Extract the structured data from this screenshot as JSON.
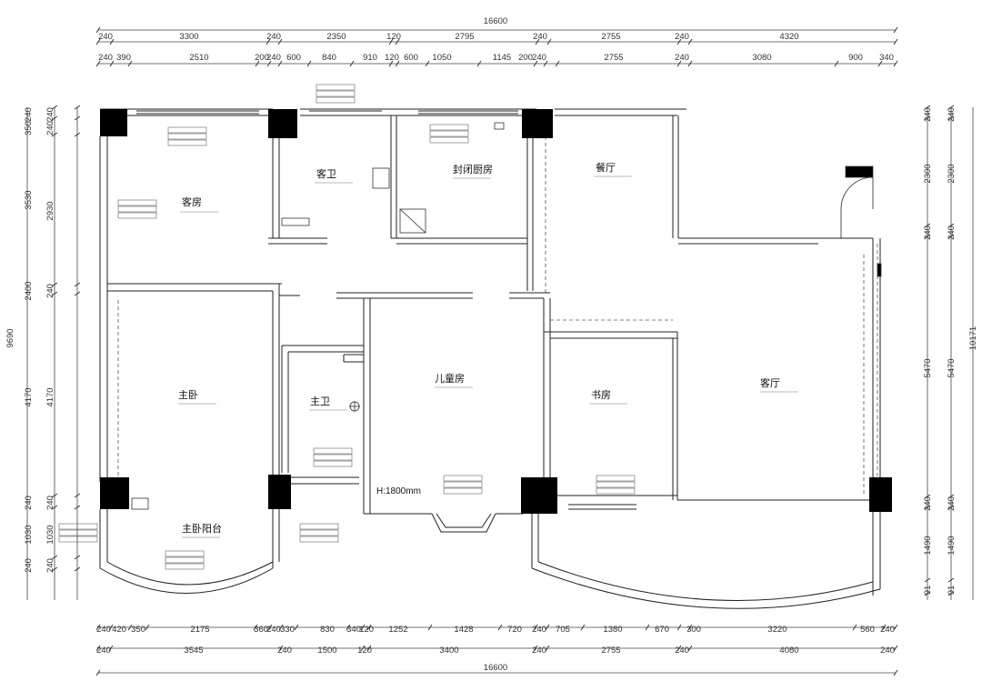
{
  "dims": {
    "top_total": "16600",
    "top_row1": [
      "240",
      "3300",
      "240",
      "2350",
      "120",
      "2795",
      "240",
      "2755",
      "240",
      "4320"
    ],
    "top_row2": [
      "240",
      "390",
      "2510",
      "200",
      "240",
      "600",
      "840",
      "910",
      "120",
      "600",
      "1050",
      "1145",
      "200",
      "240",
      "2755",
      "240",
      "3080",
      "900",
      "340"
    ],
    "bottom_row1": [
      "240",
      "420",
      "350",
      "2175",
      "360",
      "240",
      "330",
      "830",
      "340",
      "120",
      "1252",
      "1428",
      "720",
      "240",
      "705",
      "1380",
      "670",
      "300",
      "3220",
      "560",
      "240"
    ],
    "bottom_row2": [
      "240",
      "3545",
      "240",
      "1500",
      "120",
      "3400",
      "240",
      "2755",
      "240",
      "4080",
      "240"
    ],
    "bottom_total": "16600",
    "left_total": "9690",
    "left_col1": [
      "240",
      "350",
      "3530",
      "2400",
      "4170",
      "240",
      "1030",
      "240"
    ],
    "left_col2": [
      "240",
      "240",
      "2930",
      "240",
      "4170",
      "240",
      "1030",
      "240"
    ],
    "right_total": "10171",
    "right_col1": [
      "240",
      "2300",
      "240",
      "5470",
      "240",
      "1490",
      "91"
    ],
    "right_col2": [
      "240",
      "2300",
      "240",
      "5470",
      "240",
      "1490",
      "91"
    ]
  },
  "rooms": {
    "guest_room": "客房",
    "guest_bath": "客卫",
    "kitchen": "封闭厨房",
    "dining": "餐厅",
    "master_bedroom": "主卧",
    "master_bath": "主卫",
    "kids_room": "儿童房",
    "study": "书房",
    "living_room": "客厅",
    "master_balcony": "主卧阳台"
  },
  "annotations": {
    "kids_door_height": "H:1800mm"
  },
  "colors": {
    "line": "#222222",
    "column": "#000000",
    "dim_line": "#444444"
  }
}
